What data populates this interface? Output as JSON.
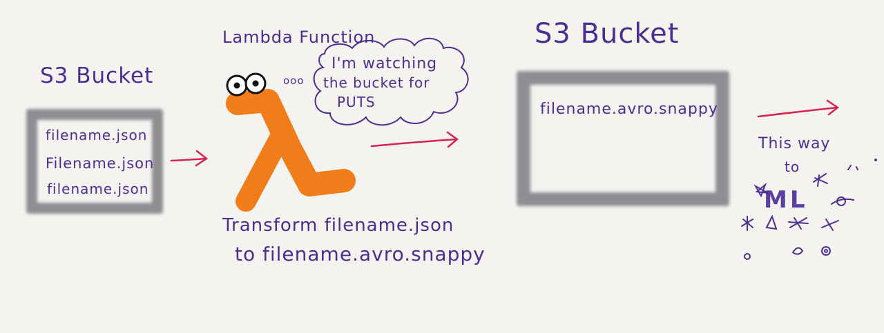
{
  "left_bucket": {
    "title": "S3 Bucket",
    "files": [
      "filename.json",
      "Filename.json",
      "filename.json"
    ]
  },
  "lambda": {
    "title": "Lambda Function",
    "thought_dots": "ooo",
    "thought": [
      "I'm watching",
      "the bucket for",
      "PUTS"
    ],
    "transform_line1": "Transform filename.json",
    "transform_line2": "to filename.avro.snappy"
  },
  "right_bucket": {
    "title": "S3 Bucket",
    "file": "filename.avro.snappy"
  },
  "ml_section": {
    "line1": "This way",
    "line2": "to",
    "ml": "ML"
  },
  "colors": {
    "ink": "#4a2f8f",
    "arrow": "#d6234f",
    "lambda": "#f07d1a",
    "bucket": "#8f8e93"
  }
}
